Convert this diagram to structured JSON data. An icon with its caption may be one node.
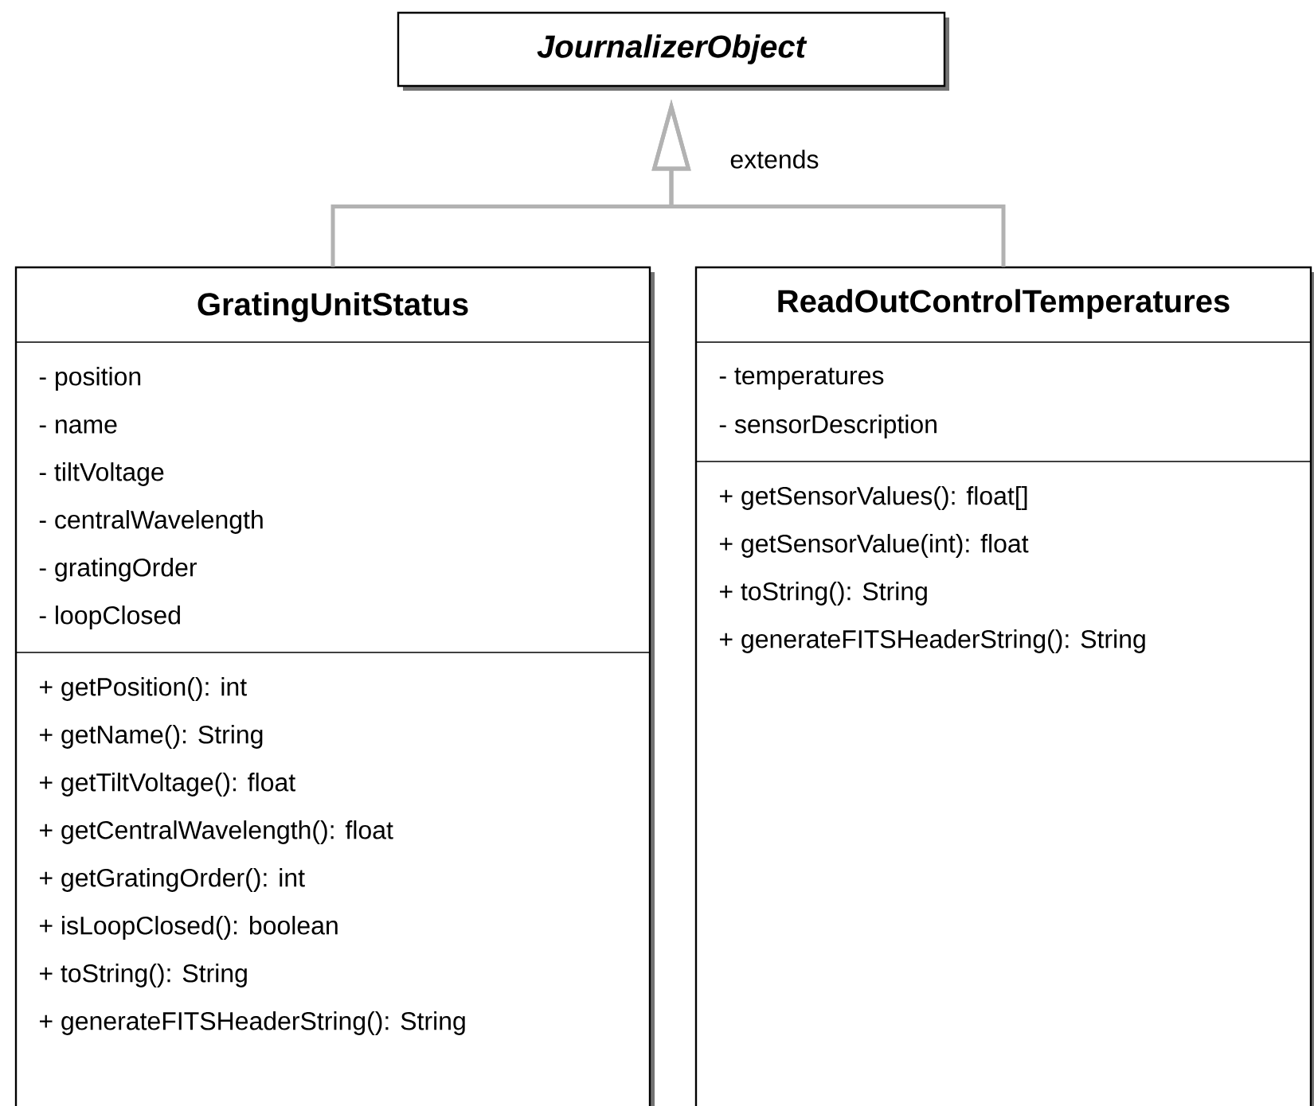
{
  "diagram": {
    "nodes": [
      {
        "text": [
          "JournalizerObject"
        ]
      },
      {
        "text": [
          "GratingUnitStatus",
          "- position",
          "- name",
          "- tiltVoltage",
          "- centralWavelength",
          "- gratingOrder",
          "- loopClosed",
          "+  getPosition(): int",
          "+  getName(): String",
          "+  getTiltVoltage(): float",
          "+  getCentralWavelength(): float",
          "+  getGratingOrder(): int",
          "+  isLoopClosed(): boolean",
          "+  toString(): String",
          "+  generateFITSHeaderString(): String"
        ]
      },
      {
        "text": [
          "ReadOutControlTemperatures",
          "- temperatures",
          "- sensorDescription",
          "+  getSensorValues(): float[]",
          "+  getSensorValue(int): float",
          "+  toString(): String",
          "+  generateFITSHeaderString(): String"
        ]
      }
    ],
    "edges": [
      {
        "from": 1,
        "to": 0,
        "arrow": "to",
        "label": "extends"
      },
      {
        "from": 2,
        "to": 0,
        "arrow": "to"
      }
    ]
  }
}
